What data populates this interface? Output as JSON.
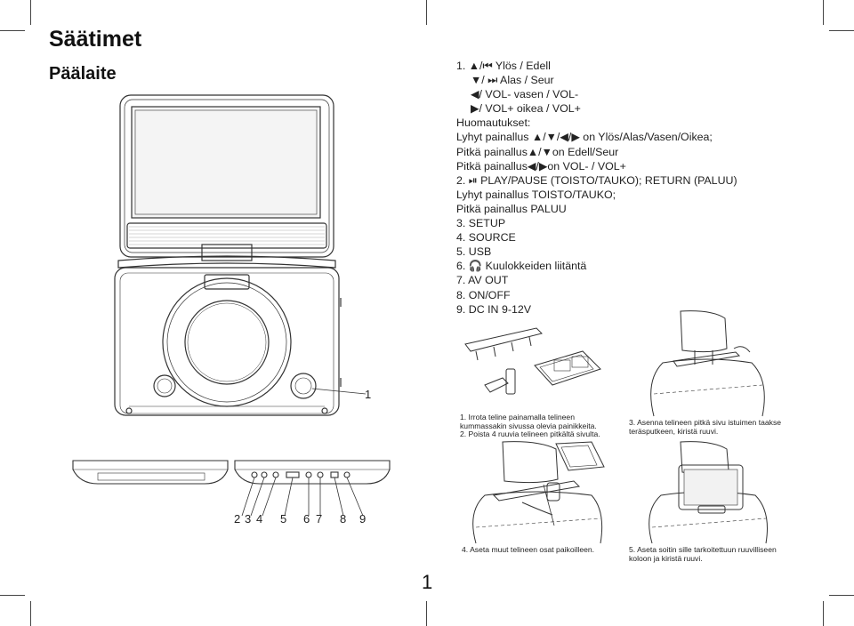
{
  "page": {
    "title": "Säätimet",
    "subtitle": "Päälaite",
    "page_number": "1"
  },
  "controls": {
    "items": [
      "1. ▲/⏮ Ylös / Edell",
      "▼/ ⏭ Alas / Seur",
      "◀/ VOL- vasen / VOL-",
      "▶/ VOL+ oikea / VOL+",
      "Huomautukset:",
      "Lyhyt painallus ▲/▼/◀/▶ on Ylös/Alas/Vasen/Oikea;",
      "Pitkä painallus▲/▼on Edell/Seur",
      "Pitkä painallus◀/▶on VOL- / VOL+",
      "2. ⏯ PLAY/PAUSE (TOISTO/TAUKO); RETURN (PALUU)",
      "Lyhyt painallus TOISTO/TAUKO;",
      "Pitkä painallus PALUU",
      "3. SETUP",
      "4. SOURCE",
      "5. USB",
      "6. 🎧 Kuulokkeiden liitäntä",
      "7. AV OUT",
      "8. ON/OFF",
      "9. DC IN 9-12V"
    ]
  },
  "callouts": {
    "front_marker": "1",
    "side_markers": [
      "2",
      "3",
      "4",
      "5",
      "6",
      "7",
      "8",
      "9"
    ]
  },
  "mounting_steps": {
    "step1_2": [
      "1. Irrota teline painamalla telineen",
      "kummassakin sivussa olevia painikkeita.",
      "2. Poista 4 ruuvia telineen pitkältä sivulta."
    ],
    "step3": [
      "3. Asenna telineen pitkä sivu istuimen taakse",
      "teräsputkeen, kiristä ruuvi."
    ],
    "step4": [
      "4. Aseta muut telineen osat paikoilleen."
    ],
    "step5": [
      "5. Aseta soitin sille tarkoitettuun ruuvilliseen",
      "koloon ja kiristä ruuvi."
    ]
  }
}
